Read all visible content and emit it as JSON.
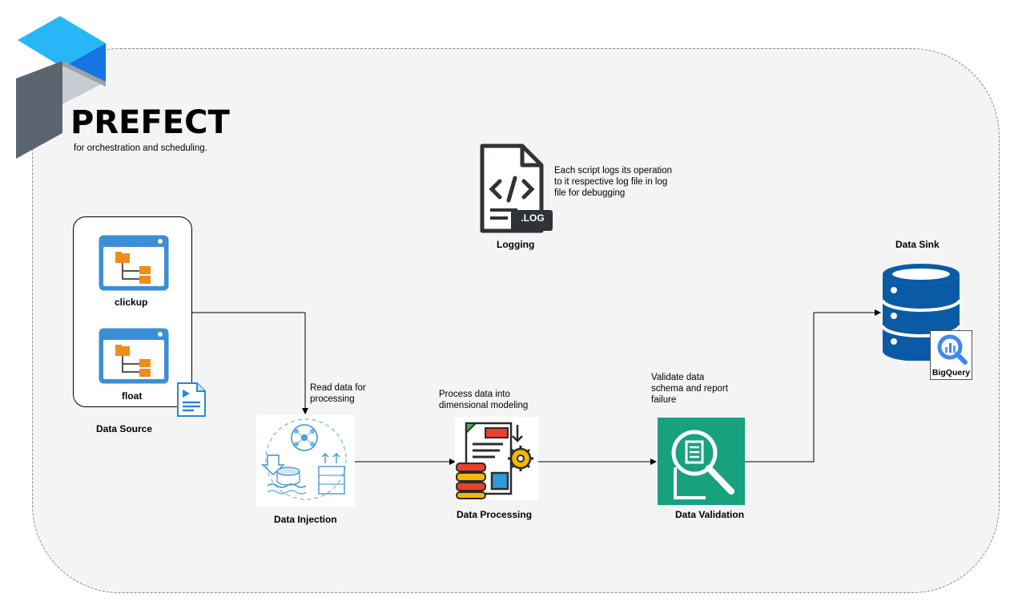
{
  "brand": {
    "name": "PREFECT",
    "tagline": "for orchestration and scheduling."
  },
  "logging": {
    "badge": ".LOG",
    "note": [
      "Each script logs its operation",
      "to it respective log file in log",
      "file for debugging"
    ],
    "label": "Logging"
  },
  "data_source": {
    "items": [
      {
        "label": "clickup"
      },
      {
        "label": "float"
      }
    ],
    "label": "Data Source"
  },
  "injection": {
    "note": [
      "Read data for",
      "processing"
    ],
    "label": "Data Injection"
  },
  "processing": {
    "note": [
      "Process data into",
      "dimensional modeling"
    ],
    "label": "Data Processing"
  },
  "validation": {
    "note": [
      "Validate data",
      "schema and report",
      "failure"
    ],
    "label": "Data Validation"
  },
  "sink": {
    "label": "Data Sink",
    "badge": "BigQuery"
  },
  "colors": {
    "prefect_blue": "#1fa2f0",
    "window_blue": "#3b8fd6",
    "folder_orange": "#f08c1a",
    "validation_green": "#18a17f",
    "db_blue": "#0a5aa6"
  }
}
